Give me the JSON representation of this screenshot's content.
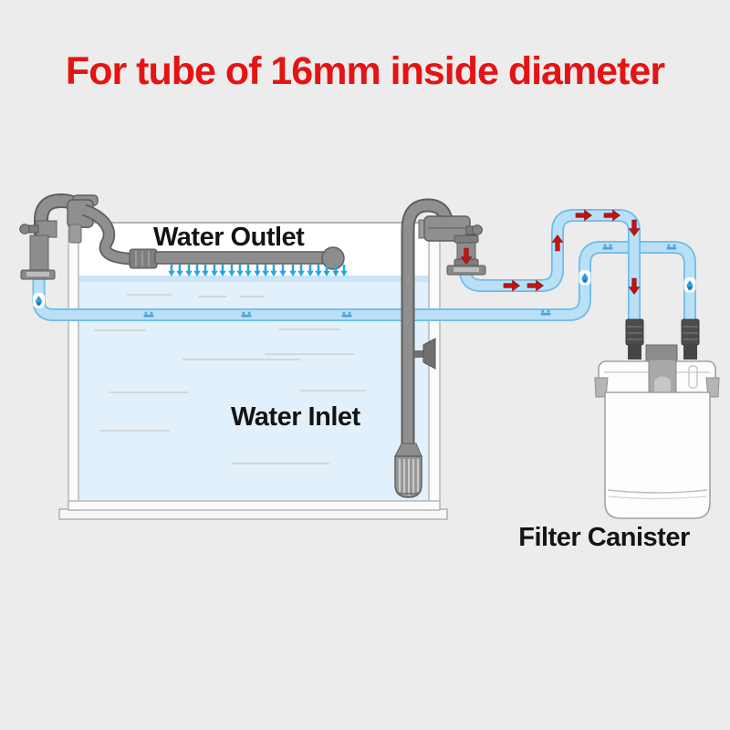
{
  "title": {
    "text": "For tube of 16mm inside diameter",
    "color": "#e41414"
  },
  "diagram": {
    "labels": {
      "water_outlet": "Water Outlet",
      "water_inlet": "Water Inlet",
      "filter_canister": "Filter Canister"
    },
    "components": [
      "aquarium tank with water",
      "outflow assembly with spray bar",
      "intake pipe with strainer",
      "filter canister",
      "inlet hose",
      "return hose"
    ],
    "icons": {
      "flow_arrow": "red arrow showing water flow direction",
      "spray_arrow": "small blue arrow showing water spraying from spray bar",
      "water_drop": "white badge with blue water drop on hose",
      "hose_clamp": "blue clamp mark on hose"
    },
    "colors": {
      "background": "#ececec",
      "title_red": "#e41414",
      "label_black": "#141414",
      "water": "#e2f0fb",
      "water_surface": "#c9e5f7",
      "tube_fill": "#b9e0f7",
      "tube_edge": "#6cbbe9",
      "pipe_gray": "#8f8f8f",
      "pipe_gray_dark": "#5e5e5e",
      "fitting_dark": "#4c4c4c",
      "flow_arrow_red": "#bf1414",
      "spray_arrow_blue": "#2aa4e9",
      "canister_white": "#fdfdfd",
      "canister_outline": "#a2a2a2"
    }
  }
}
